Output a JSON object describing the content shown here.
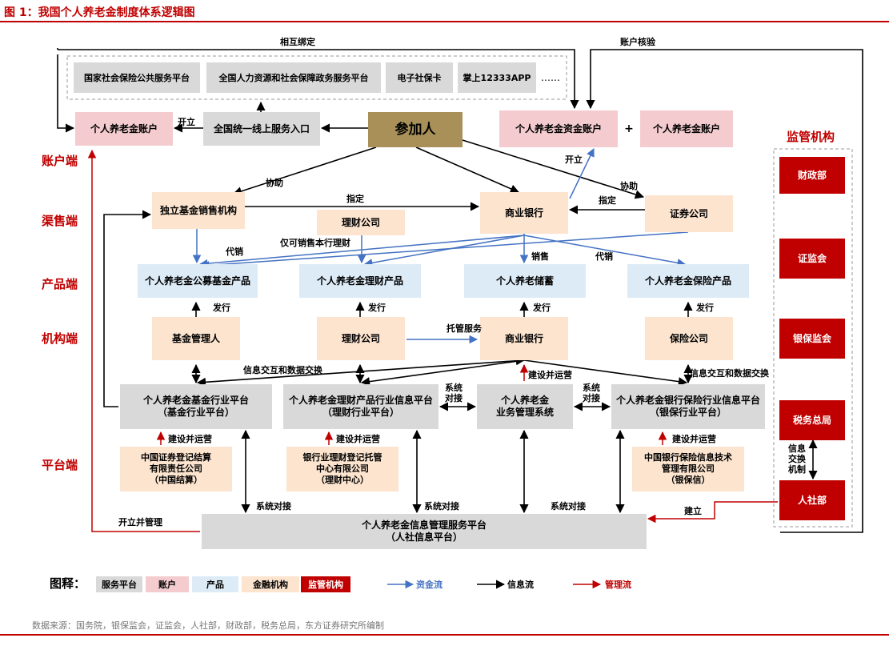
{
  "title": "图 1：我国个人养老金制度体系逻辑图",
  "source": "数据来源：国务院，银保监会，证监会，人社部，财政部，税务总局，东方证券研究所编制",
  "sides": {
    "account": "账户端",
    "channel": "渠售端",
    "product": "产品端",
    "institution": "机构端",
    "platform": "平台端"
  },
  "regulators": {
    "heading": "监管机构",
    "items": [
      "财政部",
      "证监会",
      "银保监会",
      "税务总局",
      "人社部"
    ]
  },
  "top_services": [
    "国家社会保险公共服务平台",
    "全国人力资源和社会保障政务服务平台",
    "电子社保卡",
    "掌上12333APP",
    "……"
  ],
  "nodes": {
    "pension_account_left": "个人养老金账户",
    "unified_entry": "全国统一线上服务入口",
    "participant": "参加人",
    "fund_account": "个人养老金资金账户",
    "plus": "+",
    "pension_account_right": "个人养老金账户",
    "independent_fund_sales": "独立基金销售机构",
    "wealth_company_sales": "理财公司",
    "commercial_bank_sales": "商业银行",
    "securities_company": "证券公司",
    "product_fund": "个人养老金公募基金产品",
    "product_wealth": "个人养老金理财产品",
    "product_savings": "个人养老储蓄",
    "product_insurance": "个人养老金保险产品",
    "fund_manager": "基金管理人",
    "wealth_company": "理财公司",
    "commercial_bank": "商业银行",
    "insurance_company": "保险公司",
    "platform_fund": "个人养老金基金行业平台\n（基金行业平台）",
    "platform_wealth": "个人养老金理财产品行业信息平台\n（理财行业平台）",
    "platform_business": "个人养老金\n业务管理系统",
    "platform_insurance": "个人养老金银行保险行业信息平台\n（银保行业平台）",
    "operator_csdc": "中国证券登记结算\n有限责任公司\n（中国结算）",
    "operator_wealth": "银行业理财登记托管\n中心有限公司\n（理财中心）",
    "operator_insurance": "中国银行保险信息技术\n管理有限公司\n（银保信）",
    "info_platform": "个人养老金信息管理服务平台\n（人社信息平台）"
  },
  "edge_labels": {
    "mutual_bind": "相互绑定",
    "account_verify": "账户核验",
    "open1": "开立",
    "open2": "开立",
    "assist_left": "协助",
    "assist_right": "协助",
    "designate_left": "指定",
    "designate_right": "指定",
    "only_sell_own": "仅可销售本行理财",
    "agency_left": "代销",
    "sales": "销售",
    "agency_right": "代销",
    "issue1": "发行",
    "issue2": "发行",
    "issue3": "发行",
    "issue4": "发行",
    "custody": "托管服务",
    "info_exchange_left": "信息交互和数据交换",
    "info_exchange_right": "信息交互和数据交换",
    "build_operate_center": "建设并运营",
    "system_dock_left": "系统\n对接",
    "system_dock_right": "系统\n对接",
    "build_operate_1": "建设并运营",
    "build_operate_2": "建设并运营",
    "build_operate_3": "建设并运营",
    "system_dock_1": "系统对接",
    "system_dock_2": "系统对接",
    "system_dock_3": "系统对接",
    "open_manage": "开立并管理",
    "establish": "建立",
    "info_exchange_mech": "信息\n交换\n机制"
  },
  "legend": {
    "key": "图释：",
    "service_platform": "服务平台",
    "account": "账户",
    "product": "产品",
    "financial_institution": "金融机构",
    "regulator": "监管机构",
    "fund_flow": "资金流",
    "info_flow": "信息流",
    "mgmt_flow": "管理流"
  },
  "colors": {
    "accent_red": "#c00000",
    "fund_flow_blue": "#4472c4",
    "service_gray": "#d9d9d9",
    "account_pink": "#f4cccf",
    "product_blue": "#ddebf7",
    "institution_peach": "#fce4cf",
    "participant_olive": "#a89058"
  }
}
